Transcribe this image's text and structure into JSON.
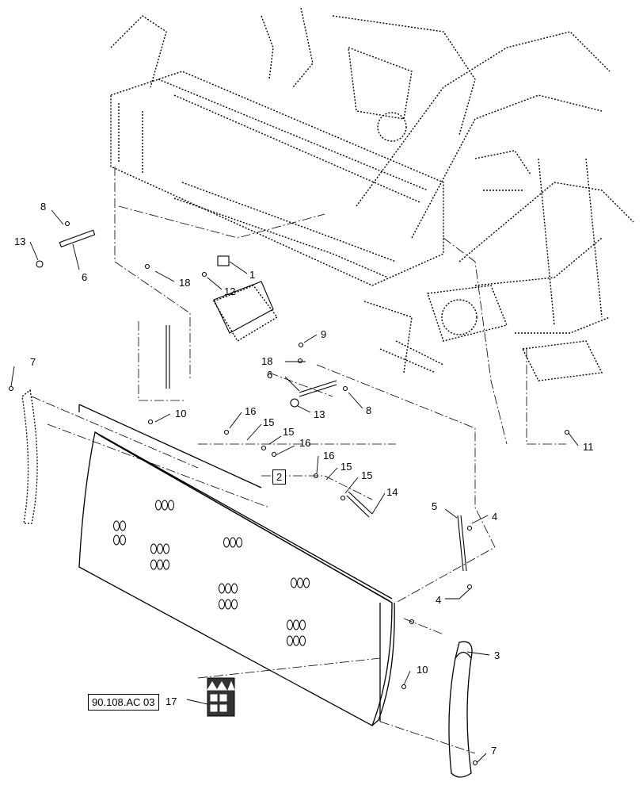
{
  "callouts": {
    "c1": "1",
    "c2": "2",
    "c3": "3",
    "c4a": "4",
    "c4b": "4",
    "c5": "5",
    "c6a": "6",
    "c6b": "6",
    "c7a": "7",
    "c7b": "7",
    "c8a": "8",
    "c8b": "8",
    "c9": "9",
    "c10a": "10",
    "c10b": "10",
    "c11": "11",
    "c12": "12",
    "c13a": "13",
    "c13b": "13",
    "c14": "14",
    "c15a": "15",
    "c15b": "15",
    "c15c": "15",
    "c15d": "15",
    "c16a": "16",
    "c16b": "16",
    "c16c": "16",
    "c17": "17",
    "c18a": "18",
    "c18b": "18"
  },
  "reference": "90.108.AC 03",
  "icon": "warning-decal-icon"
}
